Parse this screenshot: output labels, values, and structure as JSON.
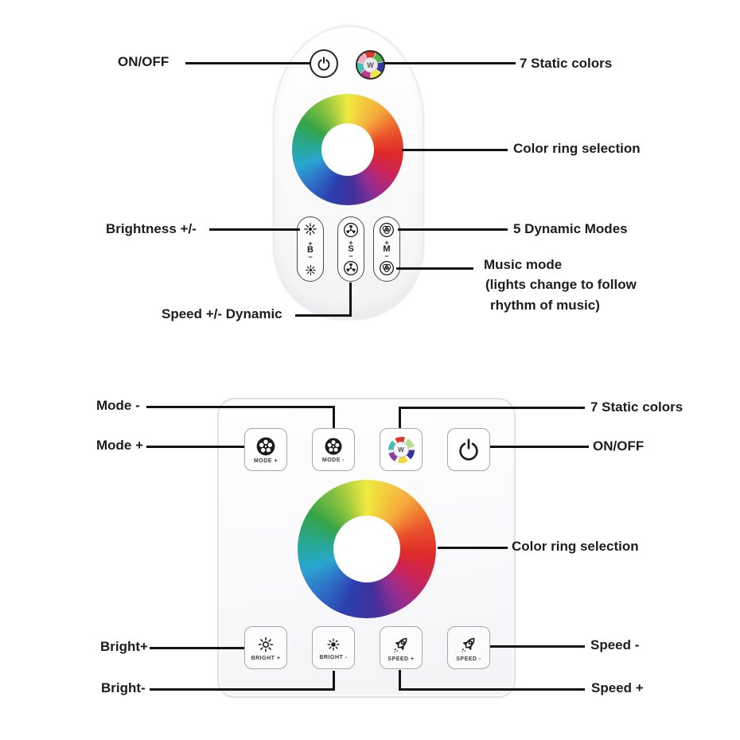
{
  "remote": {
    "callouts": {
      "on_off": "ON/OFF",
      "static_colors": "7 Static colors",
      "color_ring": "Color ring selection",
      "brightness": "Brightness +/-",
      "dynamic_modes": "5 Dynamic Modes",
      "music_mode_title": "Music mode",
      "music_mode_line2": "(lights change to follow",
      "music_mode_line3": "rhythm of music)",
      "speed_dynamic": "Speed +/- Dynamic"
    },
    "buttons": {
      "w_label": "W",
      "brightness": {
        "plus": "+",
        "letter": "B",
        "minus": "−"
      },
      "speed": {
        "plus": "+",
        "letter": "S",
        "minus": "−"
      },
      "mode": {
        "plus": "+",
        "letter": "M",
        "minus": "−"
      }
    }
  },
  "panel": {
    "callouts": {
      "mode_minus": "Mode -",
      "mode_plus": "Mode +",
      "static_colors": "7 Static colors",
      "on_off": "ON/OFF",
      "color_ring": "Color ring selection",
      "bright_plus": "Bright+",
      "bright_minus": "Bright-",
      "speed_minus": "Speed -",
      "speed_plus": "Speed +"
    },
    "buttons": {
      "mode_plus": "MODE +",
      "mode_minus": "MODE -",
      "w_label": "W",
      "bright_plus": "BRIGHT +",
      "bright_minus": "BRIGHT -",
      "speed_plus": "SPEED +",
      "speed_minus": "SPEED -"
    }
  },
  "colors": {
    "line": "#141414",
    "ring_red": "#de2a28",
    "ring_navy": "#42309a",
    "ring_teal": "#27a896",
    "ring_yellow": "#f0ea3f"
  },
  "wheels": {
    "color_ring": {
      "stops": [
        [
          0,
          "#f0ea3f"
        ],
        [
          40,
          "#f5a83b"
        ],
        [
          70,
          "#ea512c"
        ],
        [
          95,
          "#de2a28"
        ],
        [
          120,
          "#cb2458"
        ],
        [
          148,
          "#932d92"
        ],
        [
          172,
          "#42309a"
        ],
        [
          200,
          "#2b3fae"
        ],
        [
          228,
          "#2f72c8"
        ],
        [
          252,
          "#29a6cf"
        ],
        [
          275,
          "#27a896"
        ],
        [
          302,
          "#35a447"
        ],
        [
          332,
          "#8ec43e"
        ],
        [
          360,
          "#f0ea3f"
        ]
      ]
    },
    "remote_w": {
      "from": -26,
      "gap": 3,
      "colors": [
        "#d93a2b",
        "#4db848",
        "#31379b",
        "#f2ea3b",
        "#c13a8c",
        "#45c0b5",
        "#f2a9c4"
      ]
    },
    "panel_w": {
      "from": -30,
      "gap": 14,
      "colors": [
        "#d93a2b",
        "#b5e08a",
        "#2f3699",
        "#f0d53a",
        "#8a3f9e",
        "#3fbfb4"
      ]
    }
  }
}
